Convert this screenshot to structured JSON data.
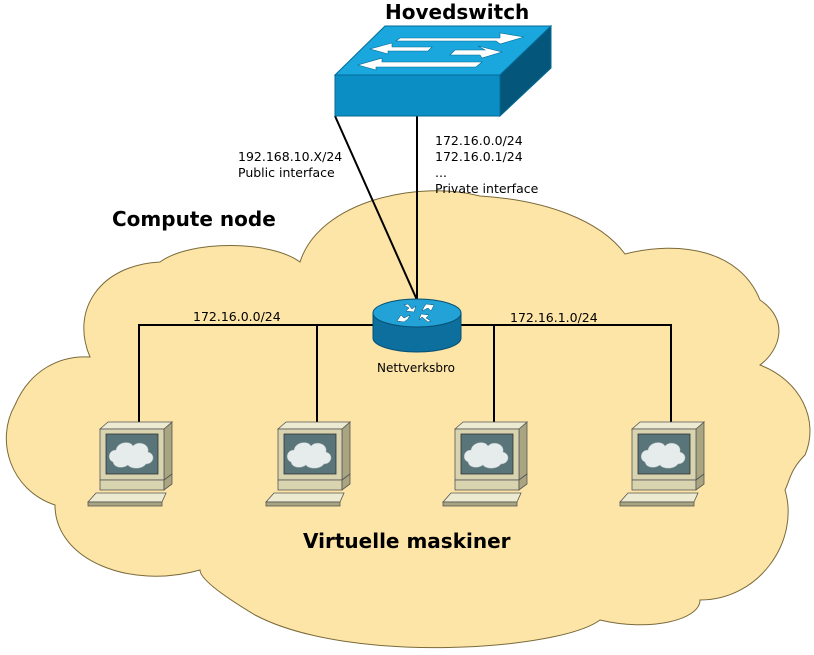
{
  "switch": {
    "title": "Hovedswitch"
  },
  "compute_node": {
    "title": "Compute node"
  },
  "virtual_machines": {
    "title": "Virtuelle maskiner",
    "count": 4
  },
  "bridge": {
    "label": "Nettverksbro"
  },
  "links": {
    "public": {
      "lines": [
        "192.168.10.X/24",
        "Public interface"
      ]
    },
    "private": {
      "lines": [
        "172.16.0.0/24",
        "172.16.0.1/24",
        "...",
        "Private interface"
      ]
    }
  },
  "subnets": {
    "left": "172.16.0.0/24",
    "right": "172.16.1.0/24"
  },
  "colors": {
    "cloud_fill": "#fde5a8",
    "cloud_stroke": "#7a6a3a",
    "switch_top": "#1aa7dd",
    "switch_front": "#0b8ec4",
    "switch_side": "#04577a",
    "router_body": "#1a86b8",
    "computer_beige": "#d8d4b0",
    "screen": "#5a7579"
  }
}
